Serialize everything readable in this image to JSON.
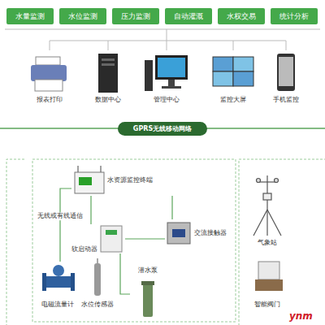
{
  "diagram": {
    "nodes": [
      {
        "text": [
          "水量监测"
        ]
      },
      {
        "text": [
          "水位监测"
        ]
      },
      {
        "text": [
          "压力监测"
        ]
      },
      {
        "text": [
          "自动灌溉"
        ]
      },
      {
        "text": [
          "水权交易"
        ]
      },
      {
        "text": [
          "统计分析"
        ]
      },
      {
        "text": [
          "报表打印"
        ]
      },
      {
        "text": [
          "数据中心"
        ]
      },
      {
        "text": [
          "管理中心"
        ]
      },
      {
        "text": [
          "监控大屏"
        ]
      },
      {
        "text": [
          "手机监控"
        ]
      },
      {
        "text": [
          "GPRS无线移动网络"
        ]
      },
      {
        "text": [
          "水资源监控终端"
        ]
      },
      {
        "text": [
          "软启动器"
        ]
      },
      {
        "text": [
          "交流接触器"
        ]
      },
      {
        "text": [
          "电磁流量计"
        ]
      },
      {
        "text": [
          "水位传感器"
        ]
      },
      {
        "text": [
          "潜水泵"
        ]
      },
      {
        "text": [
          "气象站"
        ]
      },
      {
        "text": [
          "智能阀门"
        ]
      }
    ],
    "edges": [
      {
        "from": 12,
        "to": 15,
        "label": "无线或有线通信",
        "arrow": "none"
      },
      {
        "from": 12,
        "to": 13,
        "arrow": "none"
      },
      {
        "from": 12,
        "to": 14,
        "arrow": "none"
      },
      {
        "from": 13,
        "to": 14,
        "arrow": "none"
      },
      {
        "from": 13,
        "to": 17,
        "arrow": "none"
      }
    ],
    "labels": [
      "ynm"
    ]
  }
}
